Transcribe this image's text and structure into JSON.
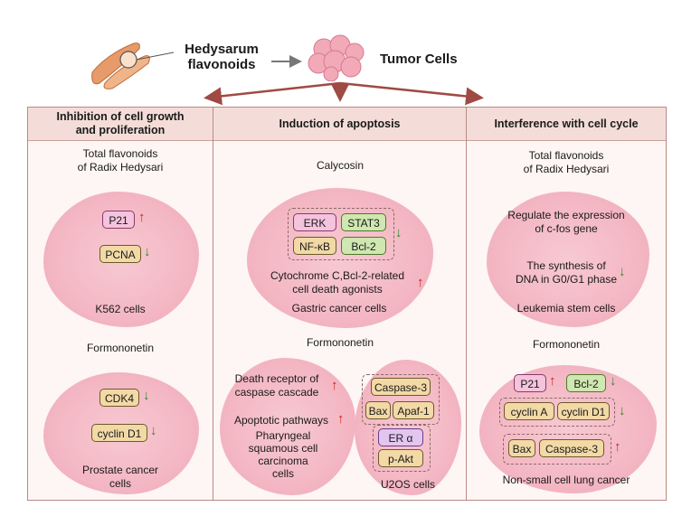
{
  "top": {
    "herb_label": "Hedysarum\nflavonoids",
    "tumor_label": "Tumor Cells"
  },
  "panels": [
    {
      "title": "Inhibition of cell growth\nand proliferation",
      "top_source": "Total flavonoids\nof Radix Hedysari",
      "top_markers": [
        "P21",
        "PCNA"
      ],
      "top_cell": "K562 cells",
      "bottom_source": "Formononetin",
      "bottom_markers": [
        "CDK4",
        "cyclin D1"
      ],
      "bottom_cell": "Prostate cancer\ncells"
    },
    {
      "title": "Induction of apoptosis",
      "top_source": "Calycosin",
      "top_markers": [
        "ERK",
        "STAT3",
        "NF-κB",
        "Bcl-2"
      ],
      "top_effect": "Cytochrome C,Bcl-2-related\ncell death agonists",
      "top_cell": "Gastric cancer cells",
      "bottom_source": "Formononetin",
      "left_effect1": "Death receptor of\ncaspase cascade",
      "left_effect2": "Apoptotic pathways",
      "left_cell": "Pharyngeal\nsquamous cell\ncarcinoma\ncells",
      "right_markers": [
        "Caspase-3",
        "Bax",
        "Apaf-1",
        "ER α",
        "p-Akt"
      ],
      "right_cell": "U2OS cells"
    },
    {
      "title": "Interference with cell cycle",
      "top_source": "Total flavonoids\nof Radix Hedysari",
      "top_effect1": "Regulate the expression\nof c-fos gene",
      "top_effect2": "The synthesis of\nDNA in G0/G1 phase",
      "top_cell": "Leukemia stem cells",
      "bottom_source": "Formononetin",
      "bottom_markers": [
        "P21",
        "Bcl-2",
        "cyclin A",
        "cyclin D1",
        "Bax",
        "Caspase-3"
      ],
      "bottom_cell": "Non-small cell lung cancer"
    }
  ],
  "colors": {
    "up_arrow": "#d21f1f",
    "down_arrow": "#2a8a2a",
    "connector": "#a04a44"
  }
}
